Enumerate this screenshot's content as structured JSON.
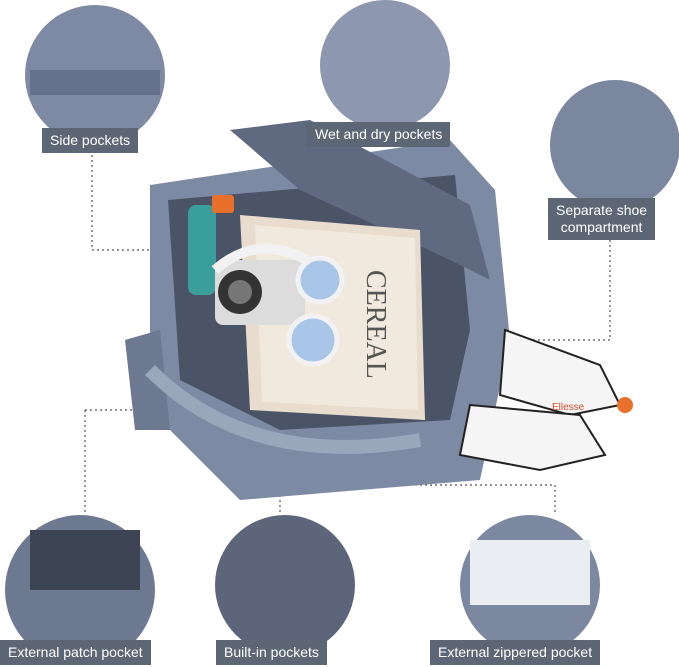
{
  "labels": {
    "side_pockets": "Side pockets",
    "wet_dry": "Wet and dry pockets",
    "shoe_line1": "Separate shoe",
    "shoe_line2": "compartment",
    "patch": "External patch pocket",
    "builtin": "Built-in pockets",
    "zippered": "External zippered pocket"
  },
  "product_text": {
    "magazine_title": "CEREAL",
    "shoe_brand": "Ellesse"
  },
  "colors": {
    "bag_blue_gray": "#7d8aa3",
    "bag_dark": "#4b5366",
    "label_bg": "#5d6675",
    "accent_orange": "#e8702a",
    "headphone_blue": "#a9c6e8"
  }
}
